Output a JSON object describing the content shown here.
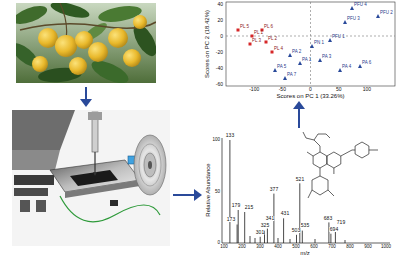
{
  "diagram": {
    "nodes": [
      {
        "text": [
          "Scores on PC 2 (18.42%)",
          "Scores on PC 1 (33.26%)"
        ]
      },
      {
        "text": [
          "Relative Abundance",
          "m/z"
        ]
      }
    ],
    "edges": [
      {
        "from": 1,
        "to": 0,
        "arrow": "to"
      }
    ],
    "labels": [
      "40",
      "20",
      "0",
      "-20",
      "-40",
      "-60",
      "-100",
      "-50",
      "0",
      "50",
      "100",
      "PL 5",
      "PL 1",
      "PL 6",
      "PL 3",
      "PL 2",
      "PL 4",
      "PFU 4",
      "PFU 2",
      "PFU 3",
      "PFU 1",
      "PA 2",
      "PA 5",
      "PA 1",
      "PA 3",
      "PA 4",
      "PA 6",
      "PA 7",
      "PN 1",
      "100",
      "50",
      "0",
      "100",
      "200",
      "300",
      "400",
      "500",
      "600",
      "700",
      "800",
      "900",
      "1000",
      "133",
      "173",
      "179",
      "215",
      "301",
      "325",
      "341",
      "377",
      "431",
      "503",
      "521",
      "535",
      "683",
      "694",
      "719"
    ]
  }
}
